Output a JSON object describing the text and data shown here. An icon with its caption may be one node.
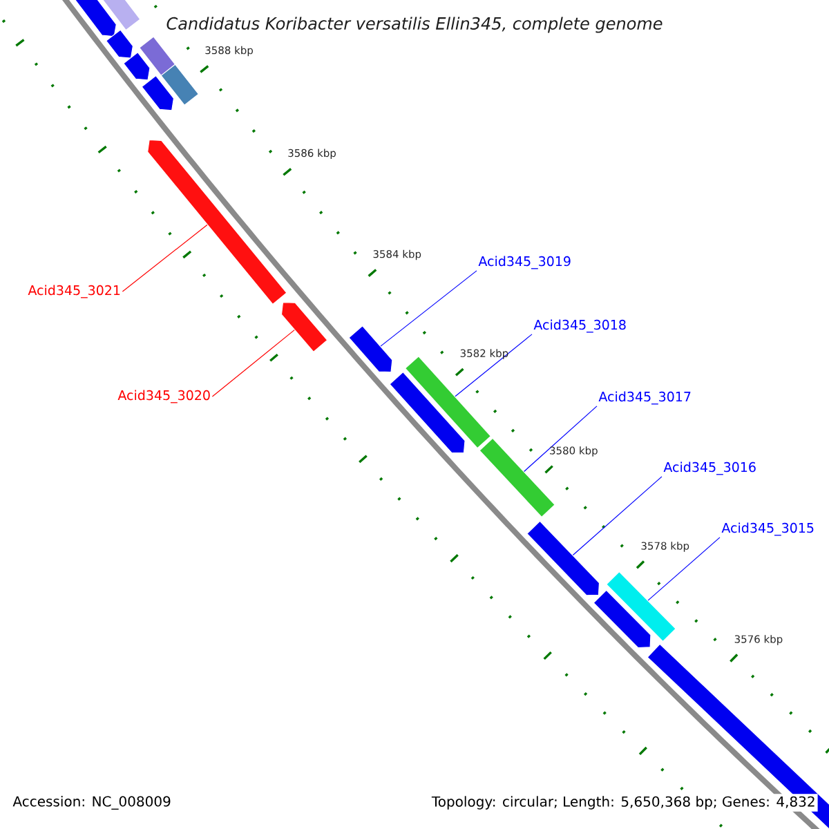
{
  "diagram": {
    "title": "Candidatus Koribacter versatilis Ellin345, complete genome",
    "nodes": [
      {
        "text": [
          "Acid345_3019"
        ]
      },
      {
        "text": [
          "Acid345_3021"
        ]
      },
      {
        "text": [
          "Acid345_3018"
        ]
      },
      {
        "text": [
          "Acid345_3020"
        ]
      },
      {
        "text": [
          "Acid345_3017"
        ]
      },
      {
        "text": [
          "Acid345_3016"
        ]
      },
      {
        "text": [
          "Acid345_3015"
        ]
      },
      {
        "text": [],
        "shape": "bar"
      },
      {
        "text": [],
        "shape": "bar"
      },
      {
        "text": [],
        "shape": "bar"
      },
      {
        "text": [],
        "shape": "bar"
      },
      {
        "text": [],
        "shape": "bar"
      },
      {
        "text": [],
        "shape": "bar"
      },
      {
        "text": [],
        "shape": "bar"
      }
    ],
    "edges": [
      {
        "from": 0,
        "to": 9,
        "arrow": "none"
      },
      {
        "from": 1,
        "to": 7,
        "arrow": "none",
        "color": "#ff0000"
      },
      {
        "from": 2,
        "to": 10,
        "arrow": "none"
      },
      {
        "from": 3,
        "to": 8,
        "arrow": "none",
        "color": "#ff0000"
      },
      {
        "from": 4,
        "to": 11,
        "arrow": "none"
      },
      {
        "from": 5,
        "to": 12,
        "arrow": "none"
      },
      {
        "from": 6,
        "to": 13,
        "arrow": "none"
      }
    ],
    "labels": [
      "3588 kbp",
      "3586 kbp",
      "3584 kbp",
      "3582 kbp",
      "3580 kbp",
      "3578 kbp",
      "3576 kbp",
      "Accession: NC_008009",
      "Topology: circular; Length: 5,650,368 bp; Genes: 4,832"
    ]
  }
}
